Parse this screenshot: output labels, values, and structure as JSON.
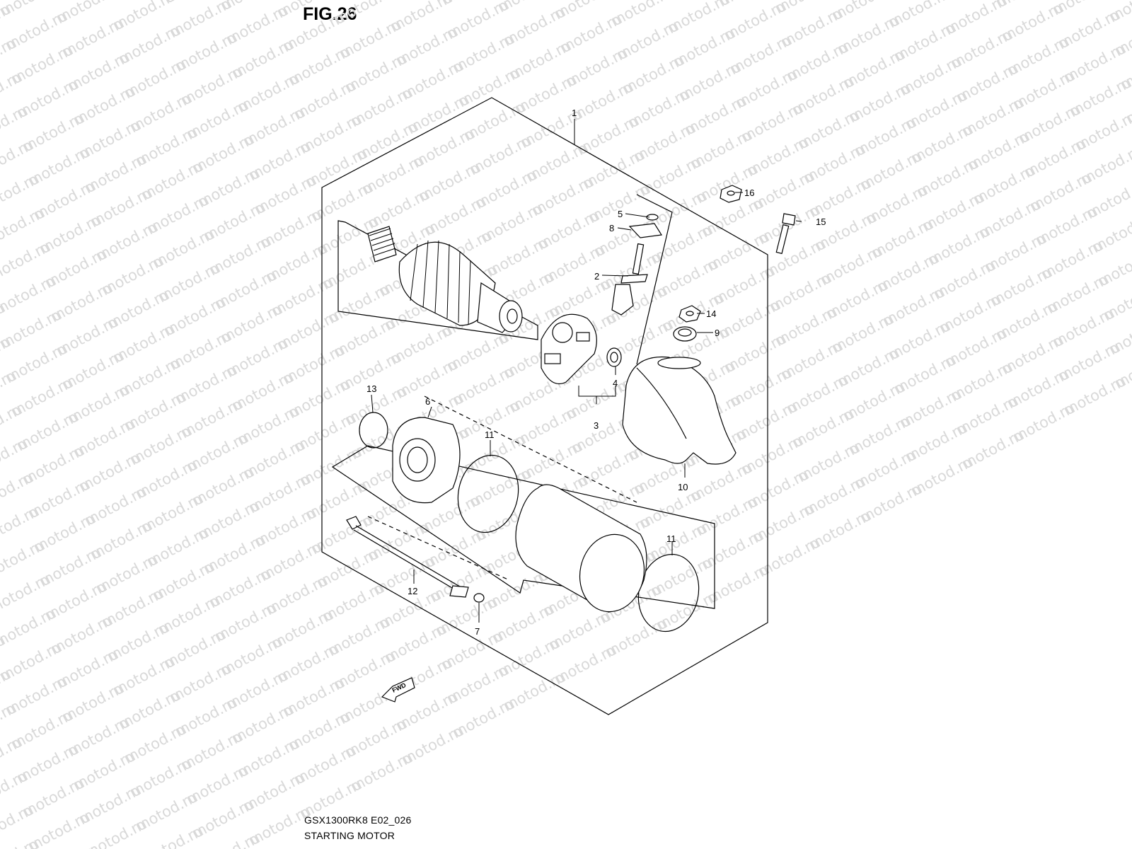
{
  "figure": {
    "title": "FIG.26"
  },
  "watermark": {
    "text": "motod.ru"
  },
  "footer": {
    "model_code": "GSX1300RK8 E02_026",
    "section_name": "STARTING MOTOR"
  },
  "fwd_label": "FWD",
  "callouts": [
    {
      "id": "c1",
      "label": "1"
    },
    {
      "id": "c2",
      "label": "2"
    },
    {
      "id": "c3",
      "label": "3"
    },
    {
      "id": "c4",
      "label": "4"
    },
    {
      "id": "c5",
      "label": "5"
    },
    {
      "id": "c6",
      "label": "6"
    },
    {
      "id": "c7",
      "label": "7"
    },
    {
      "id": "c8",
      "label": "8"
    },
    {
      "id": "c9",
      "label": "9"
    },
    {
      "id": "c10",
      "label": "10"
    },
    {
      "id": "c11a",
      "label": "11"
    },
    {
      "id": "c11b",
      "label": "11"
    },
    {
      "id": "c12",
      "label": "12"
    },
    {
      "id": "c13",
      "label": "13"
    },
    {
      "id": "c14",
      "label": "14"
    },
    {
      "id": "c15",
      "label": "15"
    },
    {
      "id": "c16",
      "label": "16"
    }
  ]
}
